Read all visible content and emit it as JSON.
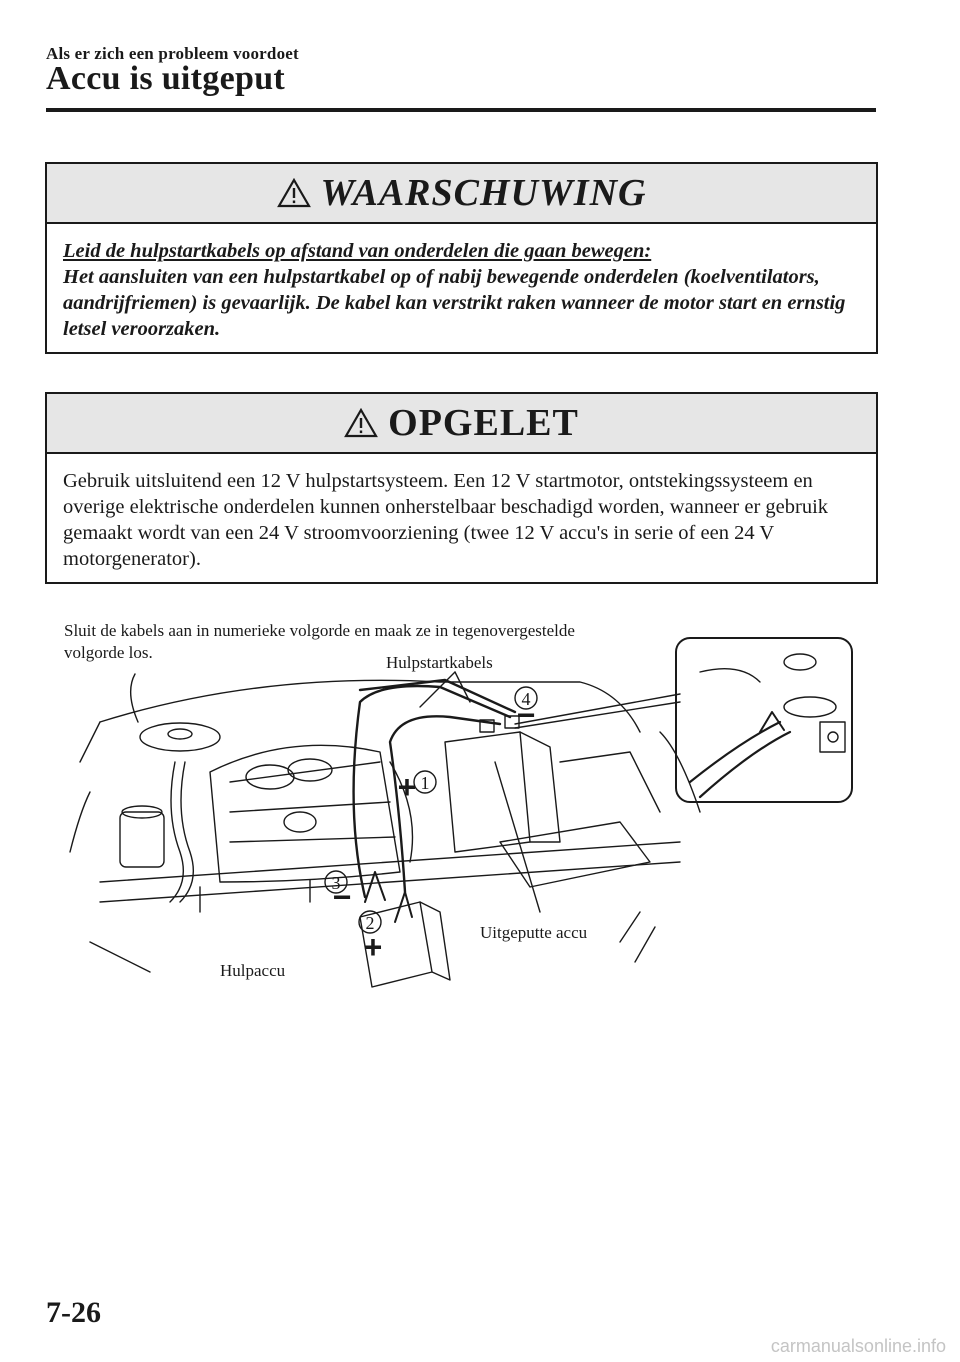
{
  "header": {
    "section": "Als er zich een probleem voordoet",
    "title": "Accu is uitgeput"
  },
  "warning": {
    "heading": "WAARSCHUWING",
    "lead": "Leid de hulpstartkabels op afstand van onderdelen die gaan bewegen:",
    "text": "Het aansluiten van een hulpstartkabel op of nabij bewegende onderdelen (koelventilators, aandrijfriemen) is gevaarlijk. De kabel kan verstrikt raken wanneer de motor start en ernstig letsel veroorzaken."
  },
  "caution": {
    "heading": "OPGELET",
    "text": "Gebruik uitsluitend een 12 V hulpstartsysteem. Een 12 V startmotor, ontstekingssysteem en overige elektrische onderdelen kunnen onherstelbaar beschadigd worden, wanneer er gebruik gemaakt wordt van een 24 V stroomvoorziening (twee 12 V accu's in serie of een 24 V motorgenerator)."
  },
  "illustration": {
    "caption_line1": "Sluit de kabels aan in numerieke volgorde en maak ze in tegenovergestelde",
    "caption_line2": "volgorde los.",
    "label_cables": "Hulpstartkabels",
    "label_dead_battery": "Uitgeputte accu",
    "label_booster_battery": "Hulpaccu",
    "markers": [
      "1",
      "2",
      "3",
      "4"
    ],
    "sign_plus": "+",
    "sign_minus": "−"
  },
  "footer": {
    "page_number": "7-26",
    "watermark": "carmanualsonline.info"
  }
}
